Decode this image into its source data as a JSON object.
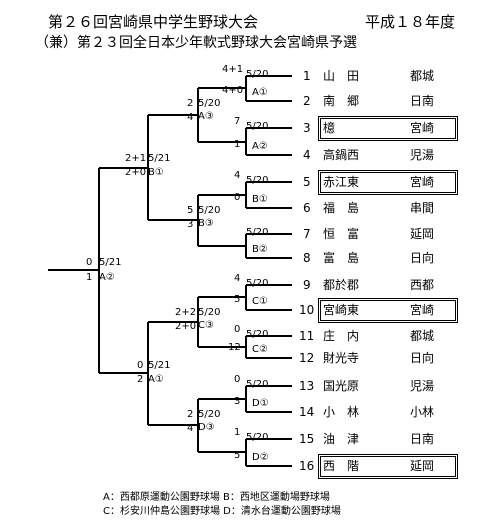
{
  "header": {
    "title": "第２６回宮崎県中学生野球大会",
    "year": "平成１８年度",
    "subtitle": "（兼）第２３回全日本少年軟式野球大会宮崎県予選"
  },
  "teams": [
    {
      "no": "1",
      "name": "山　田",
      "region": "都城"
    },
    {
      "no": "2",
      "name": "南　郷",
      "region": "日南"
    },
    {
      "no": "3",
      "name": "檍",
      "region": "宮崎",
      "boxed": true
    },
    {
      "no": "4",
      "name": "高鍋西",
      "region": "児湯"
    },
    {
      "no": "5",
      "name": "赤江東",
      "region": "宮崎",
      "boxed": true
    },
    {
      "no": "6",
      "name": "福　島",
      "region": "串間"
    },
    {
      "no": "7",
      "name": "恒　富",
      "region": "延岡"
    },
    {
      "no": "8",
      "name": "富　島",
      "region": "日向"
    },
    {
      "no": "9",
      "name": "都於郡",
      "region": "西都"
    },
    {
      "no": "10",
      "name": "宮崎東",
      "region": "宮崎",
      "boxed": true
    },
    {
      "no": "11",
      "name": "庄　内",
      "region": "都城"
    },
    {
      "no": "12",
      "name": "財光寺",
      "region": "日向"
    },
    {
      "no": "13",
      "name": "国光原",
      "region": "児湯"
    },
    {
      "no": "14",
      "name": "小　林",
      "region": "小林"
    },
    {
      "no": "15",
      "name": "油　津",
      "region": "日南"
    },
    {
      "no": "16",
      "name": "西　階",
      "region": "延岡",
      "boxed": true
    }
  ],
  "games": {
    "r1": [
      {
        "date": "5/20",
        "site": "A①",
        "top_score": "4+1",
        "bottom_score": "4+0"
      },
      {
        "date": "5/20",
        "site": "A②",
        "top_score": "7",
        "bottom_score": "1"
      },
      {
        "date": "5/20",
        "site": "B①",
        "top_score": "4",
        "bottom_score": "0"
      },
      {
        "date": "5/20",
        "site": "B②",
        "top_score": "",
        "bottom_score": ""
      },
      {
        "date": "5/20",
        "site": "C①",
        "top_score": "4",
        "bottom_score": "5"
      },
      {
        "date": "5/20",
        "site": "C②",
        "top_score": "0",
        "bottom_score": "12"
      },
      {
        "date": "5/20",
        "site": "D①",
        "top_score": "0",
        "bottom_score": "3"
      },
      {
        "date": "5/20",
        "site": "D②",
        "top_score": "1",
        "bottom_score": "5"
      }
    ],
    "r2": [
      {
        "date": "5/20",
        "site": "A③",
        "top_score": "2",
        "bottom_score": "4"
      },
      {
        "date": "5/20",
        "site": "B③",
        "top_score": "5",
        "bottom_score": "3"
      },
      {
        "date": "5/20",
        "site": "C③",
        "top_score": "2+2",
        "bottom_score": "2+0"
      },
      {
        "date": "5/20",
        "site": "D③",
        "top_score": "2",
        "bottom_score": "4"
      }
    ],
    "r3": [
      {
        "date": "5/21",
        "site": "B①",
        "top_score": "2+1",
        "bottom_score": "2+0"
      },
      {
        "date": "5/21",
        "site": "A①",
        "top_score": "0",
        "bottom_score": "2"
      }
    ],
    "final": {
      "date": "5/21",
      "site": "A②",
      "top_score": "0",
      "bottom_score": "1"
    }
  },
  "legend": [
    "A：西都原運動公園野球場 B：西地区運動場野球場",
    "C：杉安川仲島公園野球場 D：清水台運動公園野球場"
  ]
}
